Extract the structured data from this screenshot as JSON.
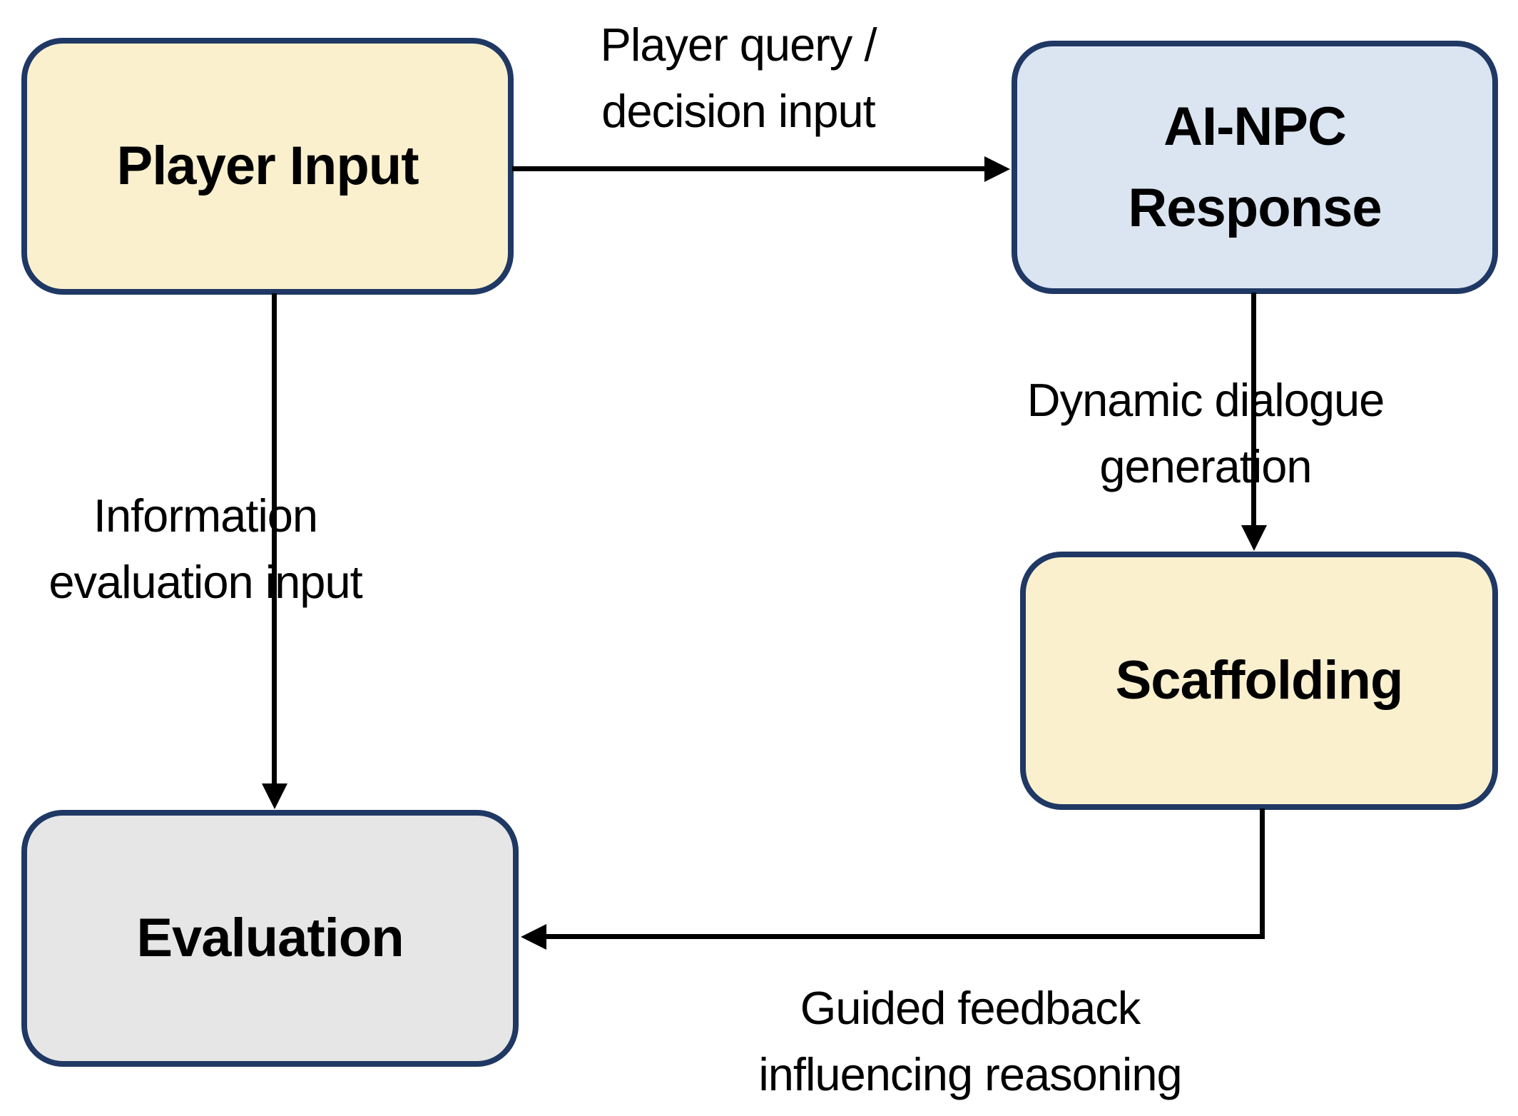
{
  "diagram": {
    "colors": {
      "node_border": "#1F3864",
      "arrow": "#000000",
      "text": "#000000",
      "cream_fill": "#FAF0CE",
      "blue_fill": "#DBE5F1",
      "gray_fill": "#E7E6E6"
    },
    "nodes": [
      {
        "id": "player-input",
        "label": "Player Input",
        "lines": [
          "Player Input"
        ],
        "fill": "#FAF0CE"
      },
      {
        "id": "ai-npc-response",
        "label": "AI-NPC Response",
        "lines": [
          "AI-NPC",
          "Response"
        ],
        "fill": "#DBE5F1"
      },
      {
        "id": "scaffolding",
        "label": "Scaffolding",
        "lines": [
          "Scaffolding"
        ],
        "fill": "#FAF0CE"
      },
      {
        "id": "evaluation",
        "label": "Evaluation",
        "lines": [
          "Evaluation"
        ],
        "fill": "#E7E6E6"
      }
    ],
    "edges": [
      {
        "from": "Player Input",
        "to": "AI-NPC Response",
        "label": "Player query / decision input",
        "lines": [
          "Player query /",
          "decision input"
        ]
      },
      {
        "from": "AI-NPC Response",
        "to": "Scaffolding",
        "label": "Dynamic dialogue generation",
        "lines": [
          "Dynamic dialogue",
          "generation"
        ]
      },
      {
        "from": "Player Input",
        "to": "Evaluation",
        "label": "Information evaluation input",
        "lines": [
          "Information",
          "evaluation input"
        ]
      },
      {
        "from": "Scaffolding",
        "to": "Evaluation",
        "label": "Guided feedback influencing reasoning",
        "lines": [
          "Guided feedback",
          "influencing reasoning"
        ]
      }
    ]
  }
}
